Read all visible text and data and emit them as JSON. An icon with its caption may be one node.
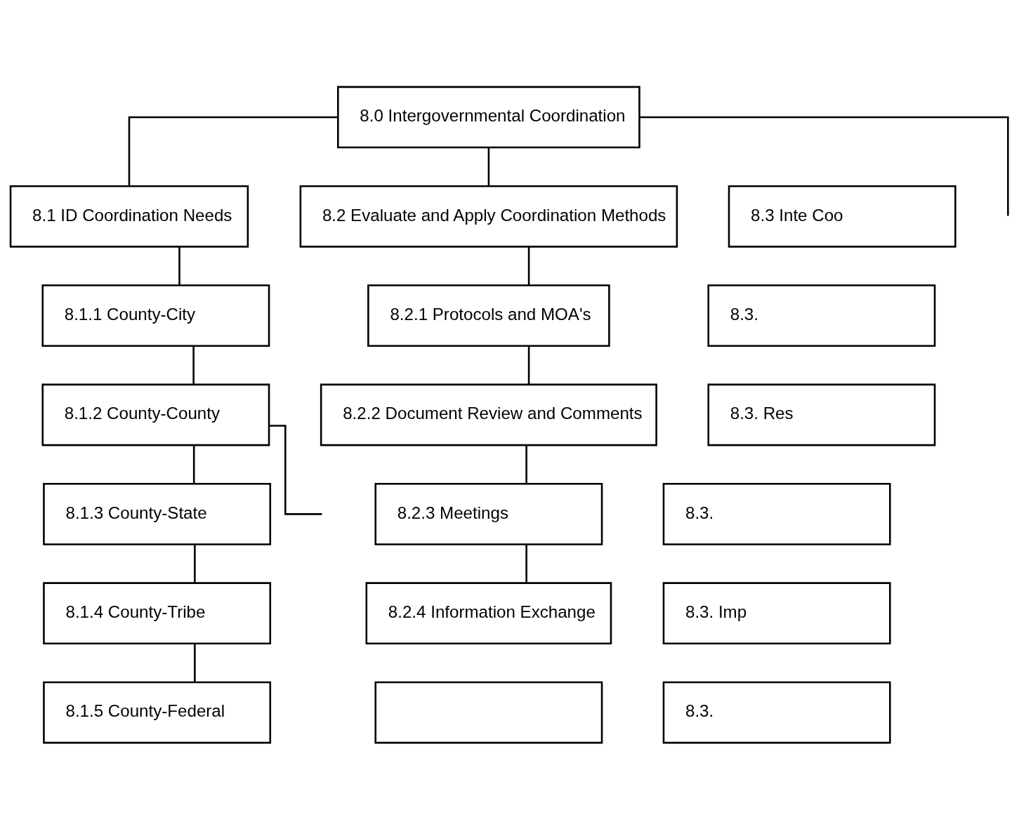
{
  "diagram": {
    "nodes": [
      {
        "text": [
          "8.0 Intergovernmental Coordination"
        ]
      },
      {
        "text": [
          "8.1 ID Coordination Needs"
        ]
      },
      {
        "text": [
          "8.2 Evaluate and Apply Coordination Methods"
        ]
      },
      {
        "text": [
          "8.3 Inte Coo"
        ]
      },
      {
        "text": [
          "8.1.1 County-City"
        ]
      },
      {
        "text": [
          "8.2.1 Protocols and MOA's"
        ]
      },
      {
        "text": [
          "8.3."
        ]
      },
      {
        "text": [
          "8.1.2 County-County"
        ]
      },
      {
        "text": [
          "8.2.2 Document Review and Comments"
        ]
      },
      {
        "text": [
          "8.3. Res"
        ]
      },
      {
        "text": [
          "8.1.3 County-State"
        ]
      },
      {
        "text": [
          "8.2.3 Meetings"
        ]
      },
      {
        "text": [
          "8.3."
        ]
      },
      {
        "text": [
          "8.1.4 County-Tribe"
        ]
      },
      {
        "text": [
          "8.2.4 Information Exchange"
        ]
      },
      {
        "text": [
          "8.3. Imp"
        ]
      },
      {
        "text": [
          "8.1.5 County-Federal"
        ]
      },
      {
        "text": [],
        "shape": "box"
      },
      {
        "text": [
          "8.3."
        ]
      }
    ],
    "edges": [
      {
        "from": 0,
        "to": 1,
        "arrow": "none"
      },
      {
        "from": 0,
        "to": 2,
        "arrow": "none"
      },
      {
        "from": 0,
        "to": null,
        "arrow": "none"
      },
      {
        "from": 1,
        "to": 4,
        "arrow": "none"
      },
      {
        "from": 4,
        "to": 7,
        "arrow": "none"
      },
      {
        "from": 7,
        "to": 10,
        "arrow": "none"
      },
      {
        "from": 10,
        "to": 13,
        "arrow": "none"
      },
      {
        "from": 13,
        "to": 16,
        "arrow": "none"
      },
      {
        "from": 7,
        "to": null,
        "arrow": "none"
      },
      {
        "from": 2,
        "to": 5,
        "arrow": "none"
      },
      {
        "from": 5,
        "to": 8,
        "arrow": "none"
      },
      {
        "from": 8,
        "to": 11,
        "arrow": "none"
      },
      {
        "from": 11,
        "to": 14,
        "arrow": "none"
      }
    ]
  }
}
